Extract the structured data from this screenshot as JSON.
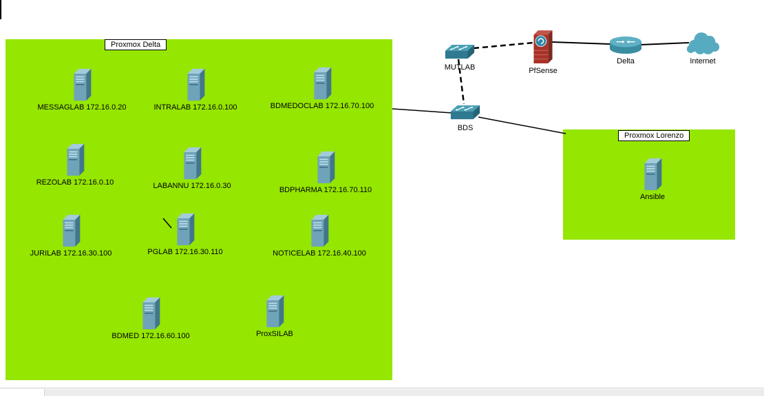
{
  "app": {
    "background": "#ffffff"
  },
  "groups": {
    "delta": {
      "label": "Proxmox Delta",
      "fill": "#95e600"
    },
    "lorenzo": {
      "label": "Proxmox Lorenzo",
      "fill": "#95e600"
    }
  },
  "delta_servers": [
    {
      "label": "MESSAGLAB 172.16.0.20"
    },
    {
      "label": "INTRALAB 172.16.0.100"
    },
    {
      "label": "BDMEDOCLAB 172.16.70.100"
    },
    {
      "label": "REZOLAB 172.16.0.10"
    },
    {
      "label": "LABANNU 172.16.0.30"
    },
    {
      "label": "BDPHARMA 172.16.70.110"
    },
    {
      "label": "JURILAB 172.16.30.100"
    },
    {
      "label": "PGLAB 172.16.30.110"
    },
    {
      "label": "NOTICELAB 172.16.40.100"
    },
    {
      "label": "BDMED 172.16.60.100"
    },
    {
      "label": "ProxSILAB"
    }
  ],
  "lorenzo_servers": [
    {
      "label": "Ansible"
    }
  ],
  "infra": {
    "mutlab": {
      "label": "MUTLAB",
      "type": "switch"
    },
    "pfsense": {
      "label": "PfSense",
      "type": "firewall"
    },
    "delta_router": {
      "label": "Delta",
      "type": "router"
    },
    "internet": {
      "label": "Internet",
      "type": "cloud"
    },
    "bds": {
      "label": "BDS",
      "type": "switch"
    }
  },
  "links": [
    {
      "from": "MUTLAB",
      "to": "PfSense",
      "style": "dashed"
    },
    {
      "from": "PfSense",
      "to": "Delta",
      "style": "solid"
    },
    {
      "from": "Delta",
      "to": "Internet",
      "style": "solid"
    },
    {
      "from": "MUTLAB",
      "to": "BDS",
      "style": "dashed"
    },
    {
      "from": "BDS",
      "to": "Proxmox Delta",
      "style": "solid"
    },
    {
      "from": "BDS",
      "to": "Proxmox Lorenzo",
      "style": "solid"
    }
  ],
  "colors": {
    "group_green": "#95e600",
    "device_teal": "#3a8ca1",
    "firewall_red": "#a93226",
    "line": "#000000"
  }
}
